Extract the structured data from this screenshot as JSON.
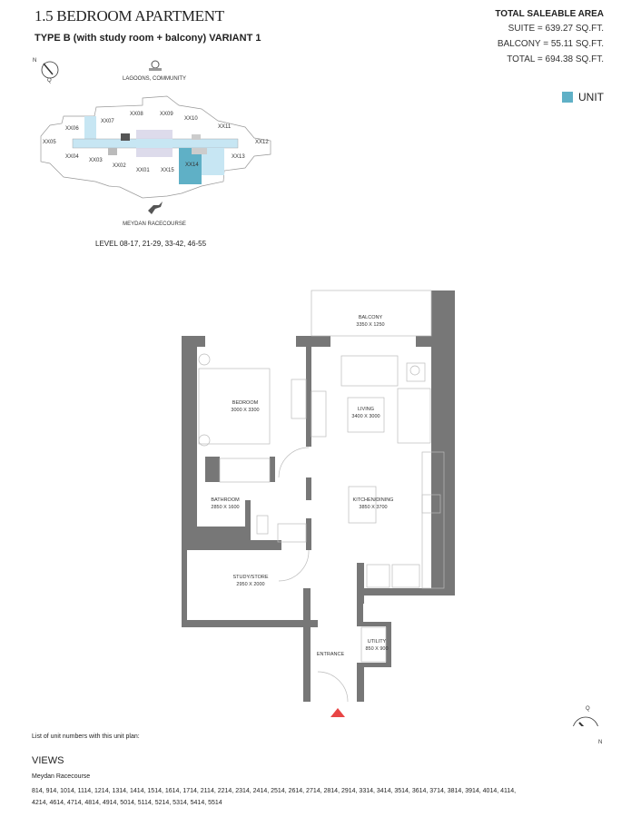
{
  "header": {
    "title": "1.5 BEDROOM APARTMENT",
    "subtitle": "TYPE B (with study room + balcony) VARIANT 1"
  },
  "area": {
    "heading": "TOTAL SALEABLE AREA",
    "suite": "SUITE = 639.27 SQ.FT.",
    "balcony": "BALCONY = 55.11 SQ.FT.",
    "total": "TOTAL = 694.38 SQ.FT."
  },
  "legend": {
    "label": "UNIT",
    "color": "#5fb0c6"
  },
  "keyplan": {
    "compass_n": "N",
    "compass_q": "Q",
    "top_view": "LAGOONS, COMMUNITY",
    "bottom_view": "MEYDAN RACECOURSE",
    "levels": "LEVEL 08-17, 21-29, 33-42, 46-55",
    "units": [
      "XX05",
      "XX06",
      "XX07",
      "XX08",
      "XX09",
      "XX10",
      "XX11",
      "XX12",
      "XX04",
      "XX03",
      "XX02",
      "XX01",
      "XX15",
      "XX14",
      "XX13"
    ]
  },
  "rooms": {
    "balcony": {
      "name": "BALCONY",
      "dim": "3350 X 1250"
    },
    "bedroom": {
      "name": "BEDROOM",
      "dim": "3000 X 3300"
    },
    "living": {
      "name": "LIVING",
      "dim": "3400 X 3000"
    },
    "bathroom": {
      "name": "BATHROOM",
      "dim": "2850 X 1600"
    },
    "kitchen": {
      "name": "KITCHEN/DINING",
      "dim": "3850 X 3700"
    },
    "study": {
      "name": "STUDY/STORE",
      "dim": "2950 X 2000"
    },
    "utility": {
      "name": "UTILITY",
      "dim": "850 X 900"
    },
    "entrance": {
      "name": "ENTRANCE"
    }
  },
  "compass2": {
    "q": "Q",
    "n": "N"
  },
  "footer": {
    "list_heading": "List of unit numbers with this unit plan:",
    "views_heading": "VIEWS",
    "view_name": "Meydan Racecourse",
    "units": "814, 914, 1014, 1114, 1214, 1314, 1414, 1514, 1614, 1714, 2114, 2214, 2314, 2414, 2514, 2614, 2714, 2814, 2914, 3314, 3414, 3514, 3614, 3714, 3814, 3914, 4014, 4114, 4214, 4614, 4714, 4814, 4914, 5014, 5114, 5214, 5314, 5414, 5514"
  }
}
